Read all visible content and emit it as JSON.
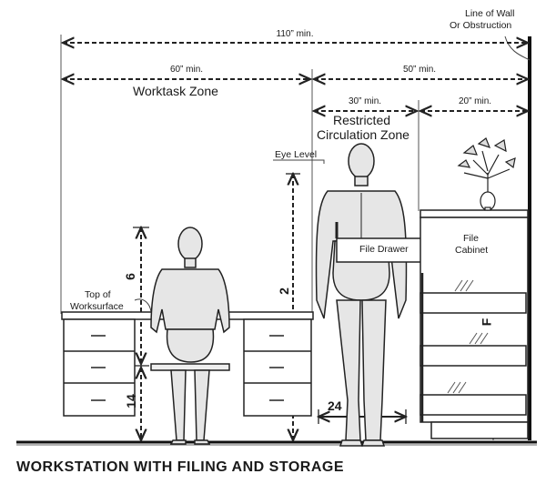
{
  "title": "WORKSTATION WITH FILING AND STORAGE",
  "dimensions": {
    "overall": "110” min.",
    "worktask": "60” min.",
    "circulation_total": "50” min.",
    "restricted": "30” min.",
    "cabinet_clearance": "20” min."
  },
  "zones": {
    "worktask": "Worktask Zone",
    "restricted_line1": "Restricted",
    "restricted_line2": "Circulation Zone"
  },
  "labels": {
    "wall_line1": "Line of Wall",
    "wall_line2": "Or Obstruction",
    "eye_level": "Eye Level",
    "top_line1": "Top of",
    "top_line2": "Worksurface",
    "file_drawer": "File Drawer",
    "file_cabinet_line1": "File",
    "file_cabinet_line2": "Cabinet"
  },
  "codes": {
    "nine": "6",
    "fourteen": "14",
    "two": "2",
    "twentyfour": "24",
    "f": "F"
  }
}
